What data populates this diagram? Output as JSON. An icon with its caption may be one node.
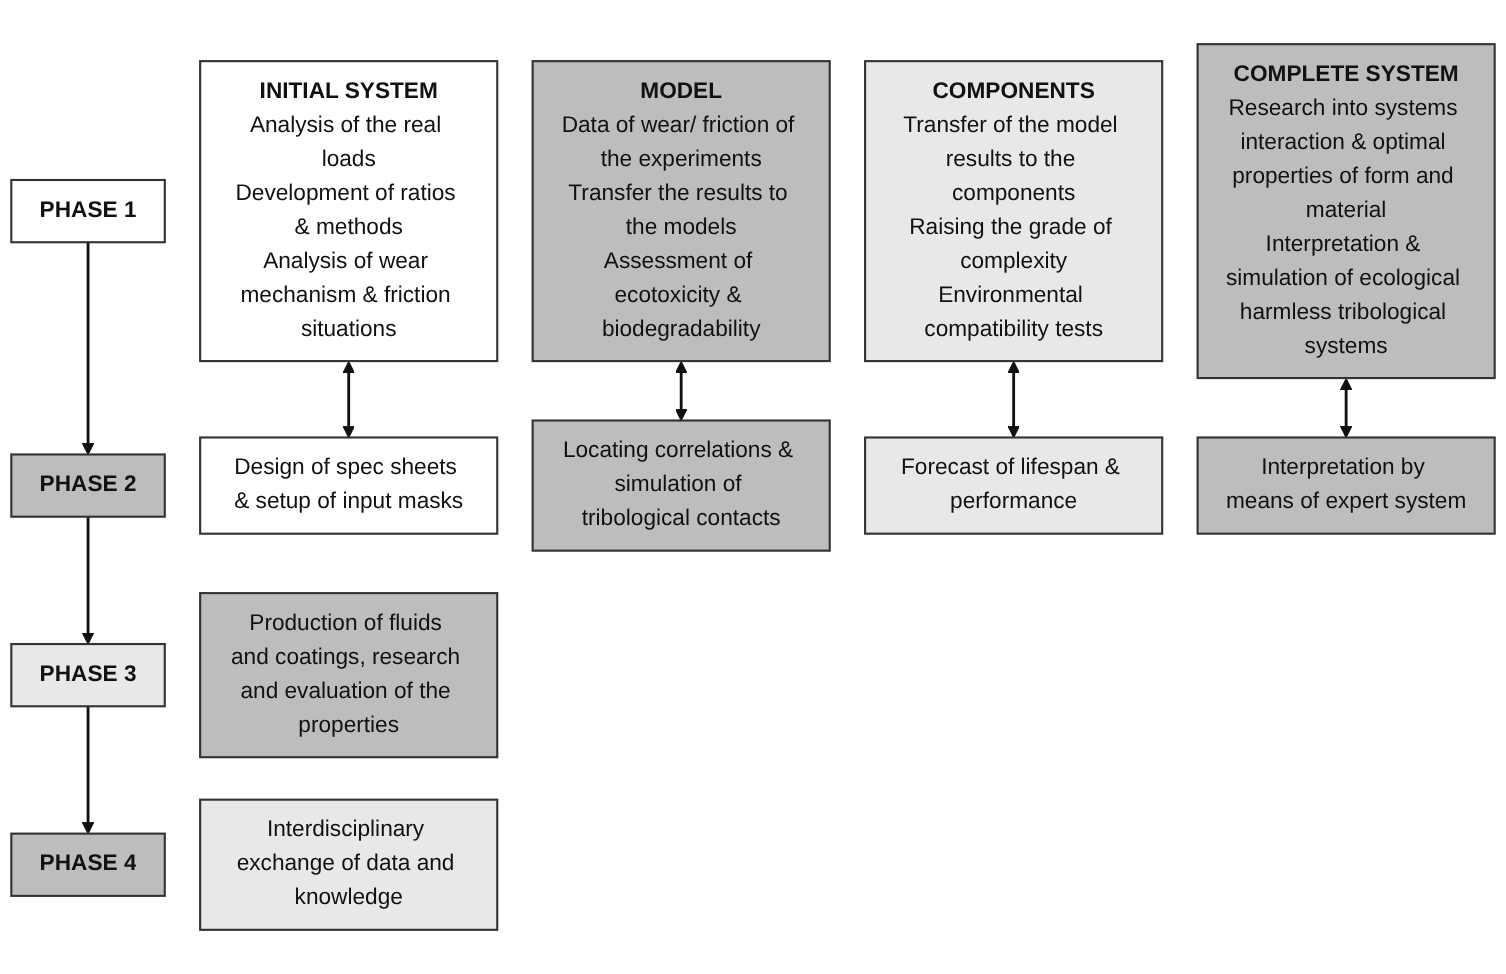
{
  "diagram": {
    "nodes": [
      {
        "text": [
          "PHASE 1"
        ]
      },
      {
        "text": [
          "PHASE 2"
        ]
      },
      {
        "text": [
          "PHASE 3"
        ]
      },
      {
        "text": [
          "PHASE 4"
        ]
      },
      {
        "text": [
          "INITIAL SYSTEM",
          "Analysis of the real loads",
          "Development of ratios & methods",
          "Analysis of wear mechanism & friction situations"
        ]
      },
      {
        "text": [
          "MODEL",
          "Data of wear/ friction of the experiments",
          "Transfer the results to the models",
          "Assessment of ecotoxicity & biodegradability"
        ]
      },
      {
        "text": [
          "COMPONENTS",
          "Transfer of the model results to the components",
          "Raising the grade of complexity",
          "Environmental compatibility tests"
        ]
      },
      {
        "text": [
          "COMPLETE SYSTEM",
          "Research into systems interaction & optimal properties of form and material",
          "Interpretation & simulation of ecological harmless tribological systems"
        ]
      },
      {
        "text": [
          "Design of spec sheets & setup of input masks"
        ]
      },
      {
        "text": [
          "Locating correlations & simulation of tribological contacts"
        ]
      },
      {
        "text": [
          "Forecast of lifespan & performance"
        ]
      },
      {
        "text": [
          "Interpretation by means of expert system"
        ]
      },
      {
        "text": [
          "Production of fluids and coatings, research and evaluation of the properties"
        ]
      },
      {
        "text": [
          "Interdisciplinary exchange of data and knowledge"
        ]
      }
    ],
    "edges": [
      {
        "from": 0,
        "to": 1,
        "arrow": "to"
      },
      {
        "from": 1,
        "to": 2,
        "arrow": "to"
      },
      {
        "from": 2,
        "to": 3,
        "arrow": "to"
      },
      {
        "from": 4,
        "to": 8,
        "arrow": "both"
      },
      {
        "from": 5,
        "to": 9,
        "arrow": "both"
      },
      {
        "from": 6,
        "to": 10,
        "arrow": "both"
      },
      {
        "from": 7,
        "to": 11,
        "arrow": "both"
      }
    ]
  }
}
